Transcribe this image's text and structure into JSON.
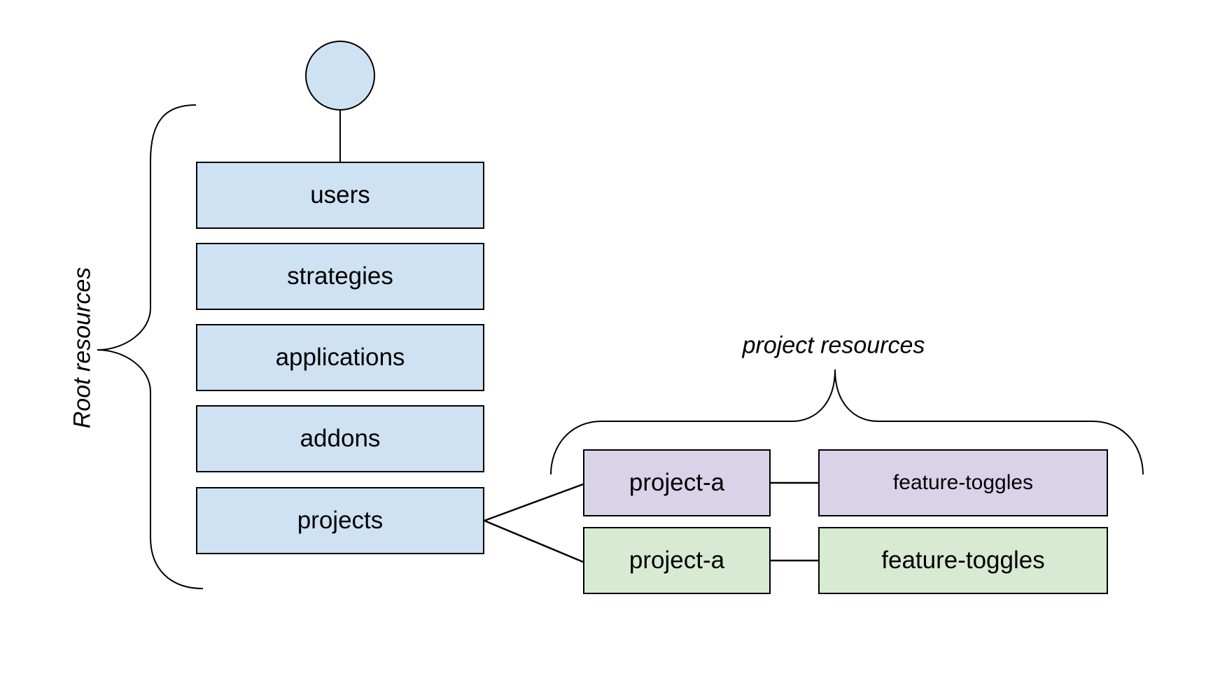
{
  "colors": {
    "background": "#ffffff",
    "stroke": "#000000",
    "text": "#000000",
    "blue_fill": "#cfe2f3",
    "purple_fill": "#d9d2e9",
    "green_fill": "#d9ead3"
  },
  "labels": {
    "root_group": "Root resources",
    "project_group": "project resources"
  },
  "root_resources": {
    "boxes": [
      {
        "label": "users"
      },
      {
        "label": "strategies"
      },
      {
        "label": "applications"
      },
      {
        "label": "addons"
      },
      {
        "label": "projects"
      }
    ]
  },
  "project_resources": {
    "rows": [
      {
        "color_name": "purple",
        "boxes": [
          {
            "label": "project-a"
          },
          {
            "label": "feature-toggles"
          }
        ]
      },
      {
        "color_name": "green",
        "boxes": [
          {
            "label": "project-a"
          },
          {
            "label": "feature-toggles"
          }
        ]
      }
    ]
  }
}
